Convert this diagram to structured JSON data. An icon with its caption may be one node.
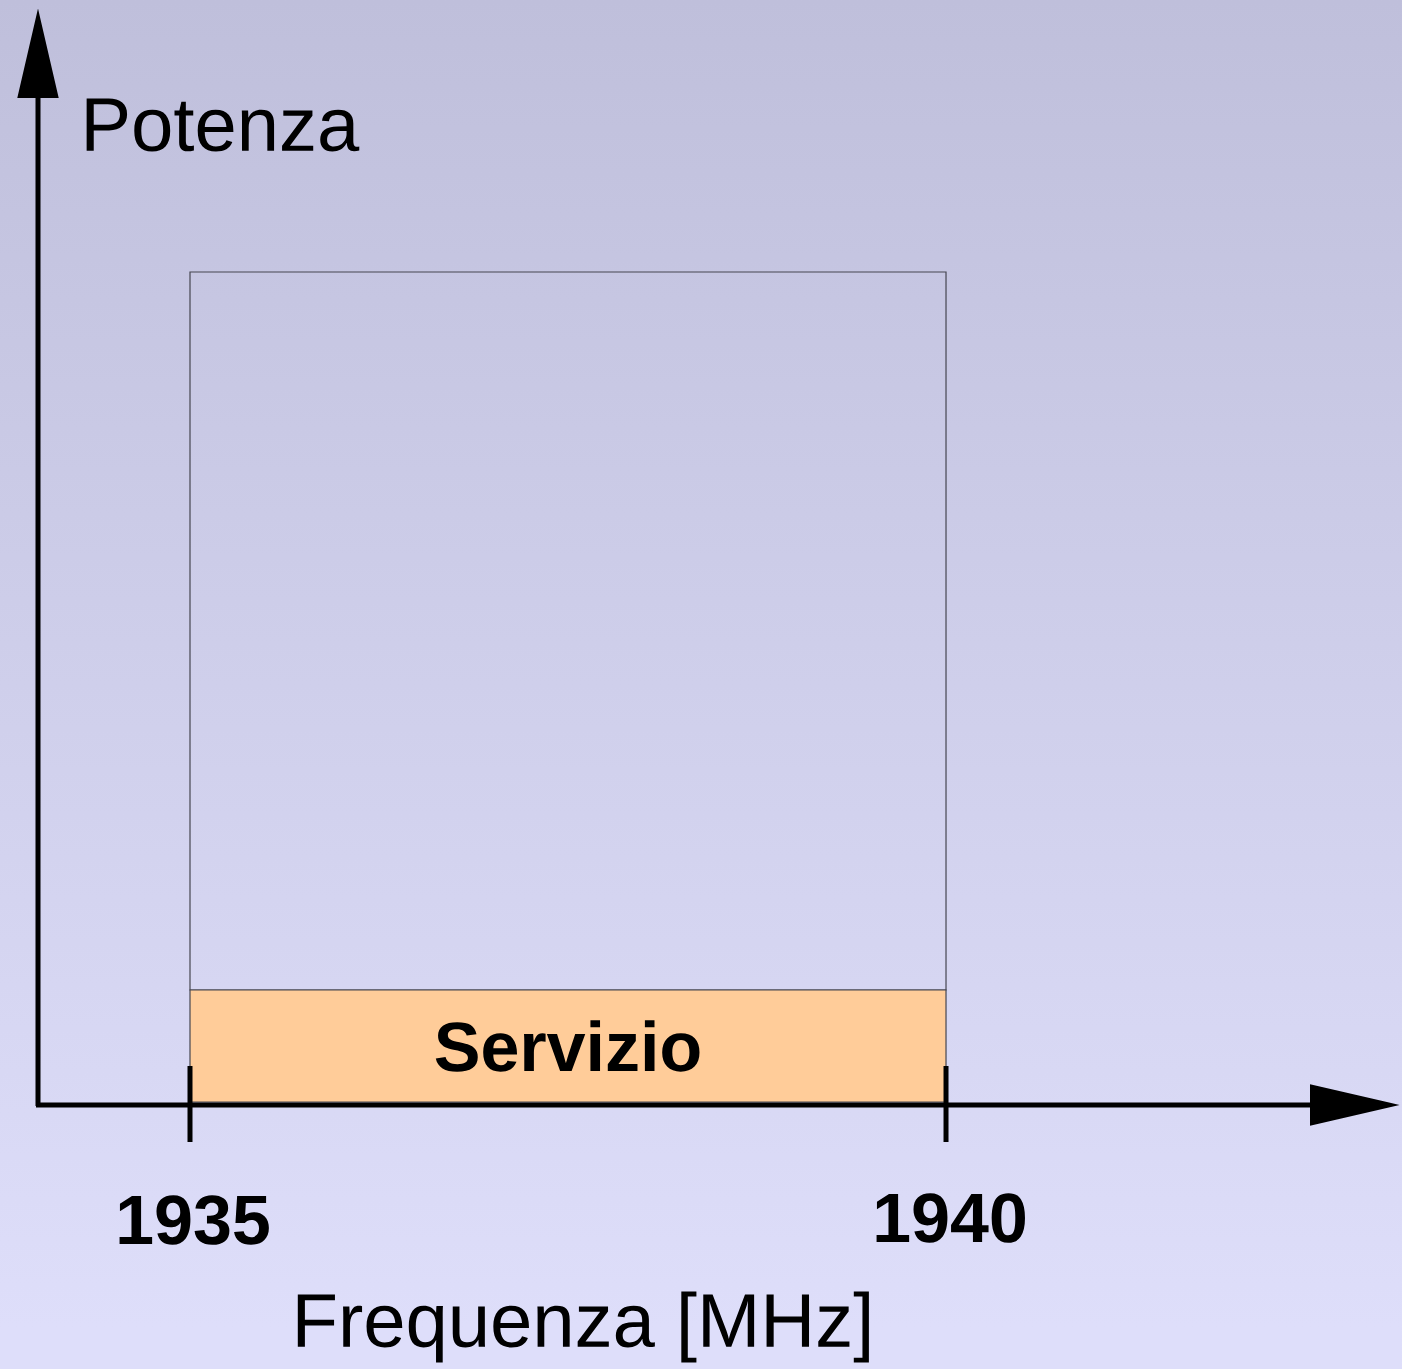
{
  "diagram": {
    "nodes": [
      {
        "text": [],
        "shape": "box"
      },
      {
        "text": [
          "Servizio"
        ]
      }
    ],
    "labels": [
      "Potenza",
      "1935",
      "1940",
      "Frequenza [MHz]"
    ]
  }
}
